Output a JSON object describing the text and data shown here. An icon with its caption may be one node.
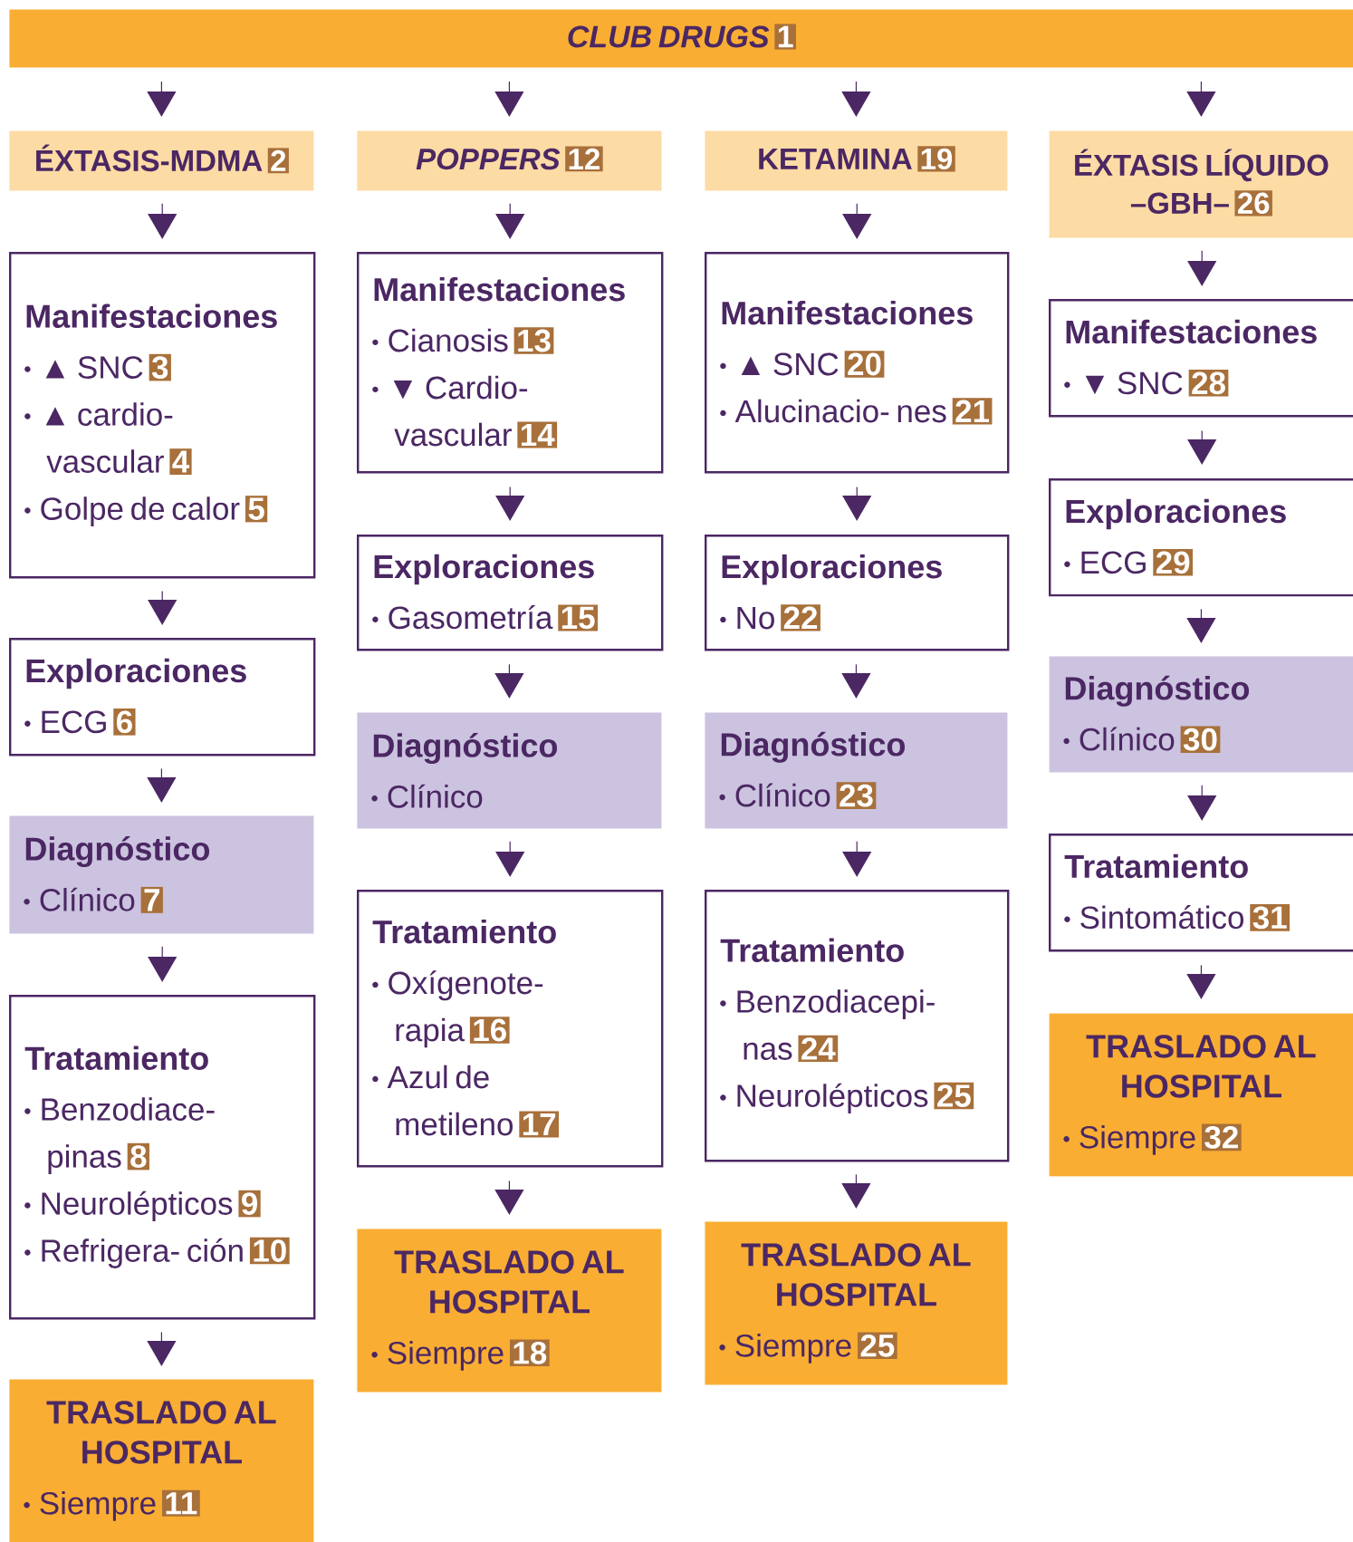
{
  "diagram": {
    "nodes": [
      {
        "text": [
          "CLUB DRUGS",
          "1"
        ]
      },
      {
        "text": [
          "ÉXTASIS-MDMA",
          "2"
        ]
      },
      {
        "text": [
          "Manifestaciones",
          "▲ SNC",
          "3",
          "▲ cardio- vascular",
          "4",
          "Golpe de calor",
          "5"
        ]
      },
      {
        "text": [
          "Exploraciones",
          "ECG",
          "6"
        ]
      },
      {
        "text": [
          "Diagnóstico",
          "Clínico",
          "7"
        ]
      },
      {
        "text": [
          "Tratamiento",
          "Benzodiace- pinas",
          "8",
          "Neurolépticos",
          "9",
          "Refrigera- ción",
          "10"
        ]
      },
      {
        "text": [
          "TRASLADO AL HOSPITAL",
          "Siempre",
          "11"
        ]
      },
      {
        "text": [
          "POPPERS",
          "12"
        ]
      },
      {
        "text": [
          "Manifestaciones",
          "Cianosis",
          "13",
          "▼ Cardio- vascular",
          "14"
        ]
      },
      {
        "text": [
          "Exploraciones",
          "Gasometría",
          "15"
        ]
      },
      {
        "text": [
          "Diagnóstico",
          "Clínico"
        ]
      },
      {
        "text": [
          "Tratamiento",
          "Oxígenote- rapia",
          "16",
          "Azul de metileno",
          "17"
        ]
      },
      {
        "text": [
          "TRASLADO AL HOSPITAL",
          "Siempre",
          "18"
        ]
      },
      {
        "text": [
          "KETAMINA",
          "19"
        ]
      },
      {
        "text": [
          "Manifestaciones",
          "▲ SNC",
          "20",
          "Alucinacio- nes",
          "21"
        ]
      },
      {
        "text": [
          "Exploraciones",
          "No",
          "22"
        ]
      },
      {
        "text": [
          "Diagnóstico",
          "Clínico",
          "23"
        ]
      },
      {
        "text": [
          "Tratamiento",
          "Benzodiacepi- nas",
          "24",
          "Neurolépticos",
          "25"
        ]
      },
      {
        "text": [
          "TRASLADO AL HOSPITAL",
          "Siempre",
          "25"
        ]
      },
      {
        "text": [
          "ÉXTASIS LÍQUIDO –GBH–",
          "26"
        ]
      },
      {
        "text": [
          "Manifestaciones",
          "▼ SNC",
          "28"
        ]
      },
      {
        "text": [
          "Exploraciones",
          "ECG",
          "29"
        ]
      },
      {
        "text": [
          "Diagnóstico",
          "Clínico",
          "30"
        ]
      },
      {
        "text": [
          "Tratamiento",
          "Sintomático",
          "31"
        ]
      },
      {
        "text": [
          "TRASLADO AL HOSPITAL",
          "Siempre",
          "32"
        ]
      }
    ],
    "edges": [
      {
        "from": 0,
        "to": 1,
        "arrow": "to"
      },
      {
        "from": 0,
        "to": 7,
        "arrow": "to"
      },
      {
        "from": 0,
        "to": 13,
        "arrow": "to"
      },
      {
        "from": 0,
        "to": 19,
        "arrow": "to"
      },
      {
        "from": 1,
        "to": 2,
        "arrow": "to"
      },
      {
        "from": 2,
        "to": 3,
        "arrow": "to"
      },
      {
        "from": 3,
        "to": 4,
        "arrow": "to"
      },
      {
        "from": 4,
        "to": 5,
        "arrow": "to"
      },
      {
        "from": 5,
        "to": 6,
        "arrow": "to"
      },
      {
        "from": 7,
        "to": 8,
        "arrow": "to"
      },
      {
        "from": 8,
        "to": 9,
        "arrow": "to"
      },
      {
        "from": 9,
        "to": 10,
        "arrow": "to"
      },
      {
        "from": 10,
        "to": 11,
        "arrow": "to"
      },
      {
        "from": 11,
        "to": 12,
        "arrow": "to"
      },
      {
        "from": 13,
        "to": 14,
        "arrow": "to"
      },
      {
        "from": 14,
        "to": 15,
        "arrow": "to"
      },
      {
        "from": 15,
        "to": 16,
        "arrow": "to"
      },
      {
        "from": 16,
        "to": 17,
        "arrow": "to"
      },
      {
        "from": 17,
        "to": 18,
        "arrow": "to"
      },
      {
        "from": 19,
        "to": 20,
        "arrow": "to"
      },
      {
        "from": 20,
        "to": 21,
        "arrow": "to"
      },
      {
        "from": 21,
        "to": 22,
        "arrow": "to"
      },
      {
        "from": 22,
        "to": 23,
        "arrow": "to"
      },
      {
        "from": 23,
        "to": 24,
        "arrow": "to"
      }
    ]
  }
}
